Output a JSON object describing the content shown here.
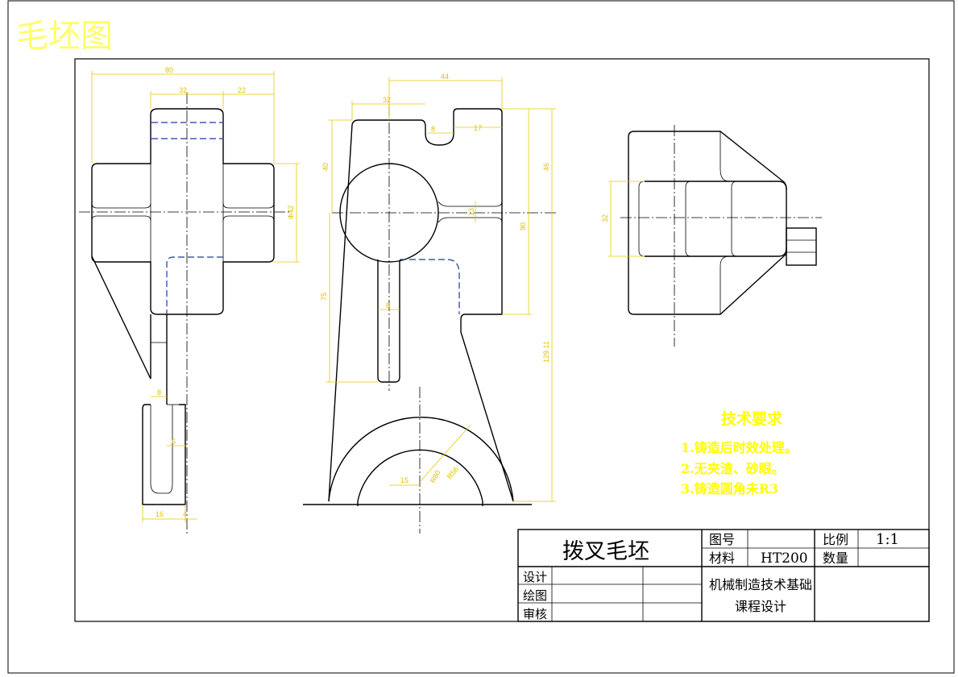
{
  "title": "毛坯图",
  "dimensions": {
    "d80": "80",
    "d32a": "32",
    "d22": "22",
    "d42": "Φ42",
    "d8a": "8",
    "d6": "6",
    "d16": "16",
    "d4": "4",
    "d44": "44",
    "d32b": "32",
    "d8b": "8",
    "d17": "17",
    "d40": "40",
    "d46": "46",
    "d90": "90",
    "d75": "75",
    "d13": "13",
    "d8c": "8",
    "d129": "129.11",
    "d15": "15",
    "r80": "R80",
    "r56": "R56",
    "d32c": "32"
  },
  "technical_requirements": {
    "heading": "技术要求",
    "items": [
      "1.铸造后时效处理。",
      "2.无夹渣、砂眼。",
      "3.铸造圆角未R3"
    ]
  },
  "title_block": {
    "part_name": "拨叉毛坯",
    "drawing_no_label": "图号",
    "drawing_no_value": "",
    "material_label": "材料",
    "material_value": "HT200",
    "scale_label": "比例",
    "scale_value": "1:1",
    "quantity_label": "数量",
    "quantity_value": "",
    "design_label": "设计",
    "draw_label": "绘图",
    "review_label": "审核",
    "course_line1": "机械制造技术基础",
    "course_line2": "课程设计"
  }
}
